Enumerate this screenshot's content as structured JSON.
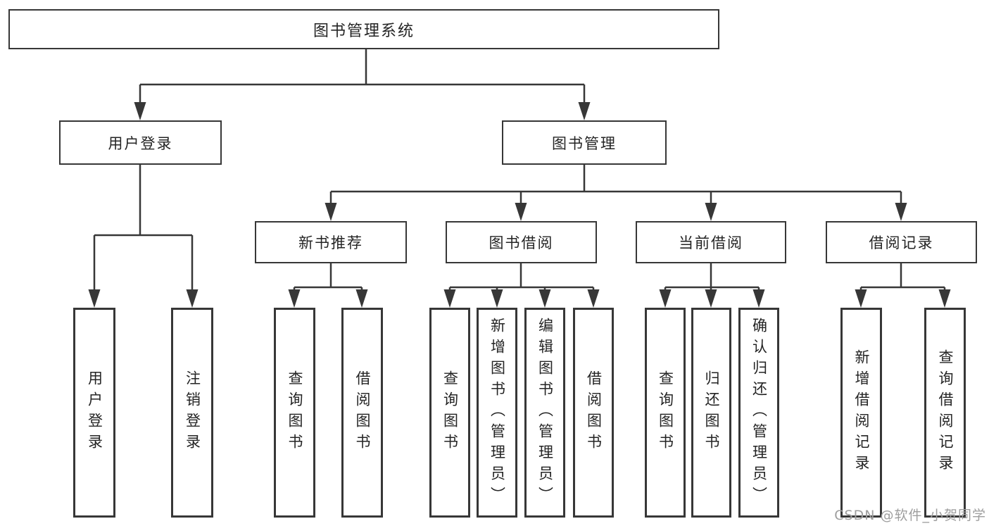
{
  "diagram": {
    "root": {
      "label": "图书管理系统"
    },
    "branches": [
      {
        "label": "用户登录",
        "children": [
          {
            "label": "用户登录"
          },
          {
            "label": "注销登录"
          }
        ]
      },
      {
        "label": "图书管理",
        "children": [
          {
            "label": "新书推荐",
            "children": [
              {
                "label": "查询图书"
              },
              {
                "label": "借阅图书"
              }
            ]
          },
          {
            "label": "图书借阅",
            "children": [
              {
                "label": "查询图书"
              },
              {
                "label": "新增图书（管理员）"
              },
              {
                "label": "编辑图书（管理员）"
              },
              {
                "label": "借阅图书"
              }
            ]
          },
          {
            "label": "当前借阅",
            "children": [
              {
                "label": "查询图书"
              },
              {
                "label": "归还图书"
              },
              {
                "label": "确认归还（管理员）"
              }
            ]
          },
          {
            "label": "借阅记录",
            "children": [
              {
                "label": "新增借阅记录"
              },
              {
                "label": "查询借阅记录"
              }
            ]
          }
        ]
      }
    ]
  },
  "watermark": {
    "text": "CSDN @软件_小贺同学"
  },
  "colors": {
    "line": "#373737",
    "box_border": "#373737",
    "text": "#242424",
    "watermark": "#9e9e9e",
    "background": "#ffffff"
  }
}
